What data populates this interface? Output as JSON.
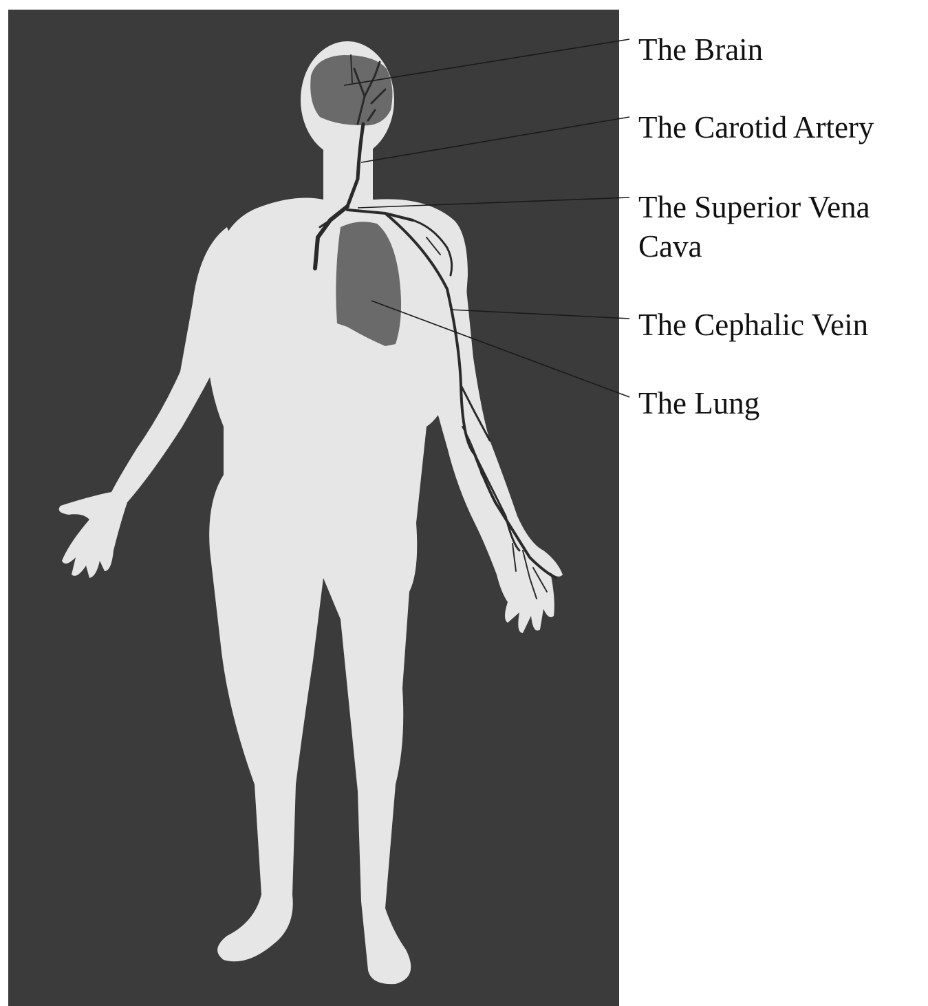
{
  "labels": {
    "brain": "The Brain",
    "carotid_artery": "The Carotid Artery",
    "superior_vena_cava_line1": "The Superior Vena",
    "superior_vena_cava_line2": "Cava",
    "cephalic_vein": "The Cephalic Vein",
    "lung": "The Lung"
  },
  "colors": {
    "background_panel": "#3b3b3b",
    "body_silhouette": "#e6e6e6",
    "organ_fill": "#6a6a6a",
    "vessel": "#2a2a2a",
    "leader_line": "#1a1a1a",
    "label_text": "#111111"
  }
}
